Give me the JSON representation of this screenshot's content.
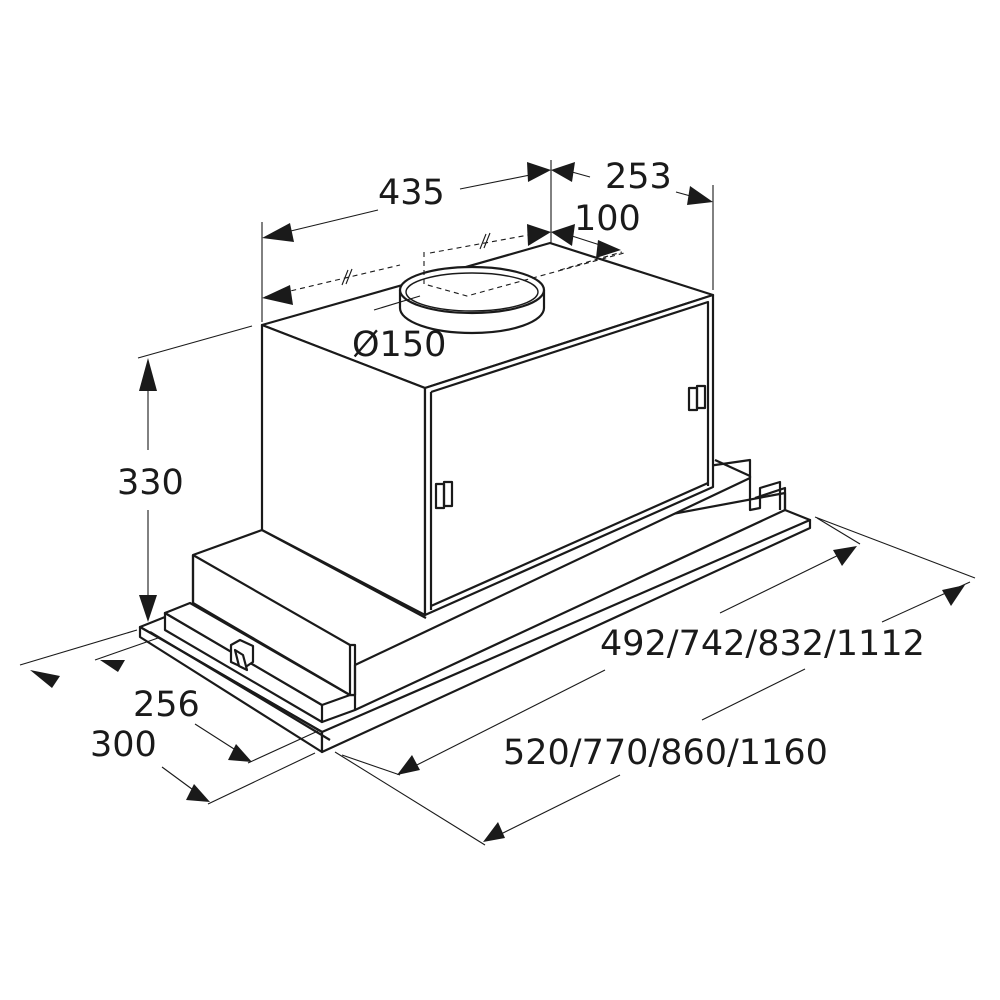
{
  "diagram": {
    "subject": "built-in telescopic cooker hood, dimensional drawing",
    "units": "mm",
    "colors": {
      "line": "#1a1a1a",
      "background": "#ffffff"
    },
    "dimensions": {
      "top_width": "435",
      "top_depth": "253",
      "outlet_offset": "100",
      "outlet_diameter": "Ø150",
      "height": "330",
      "inner_depth": "256",
      "outer_depth": "300",
      "inner_widths": "492/742/832/1112",
      "outer_widths": "520/770/860/1160"
    }
  }
}
